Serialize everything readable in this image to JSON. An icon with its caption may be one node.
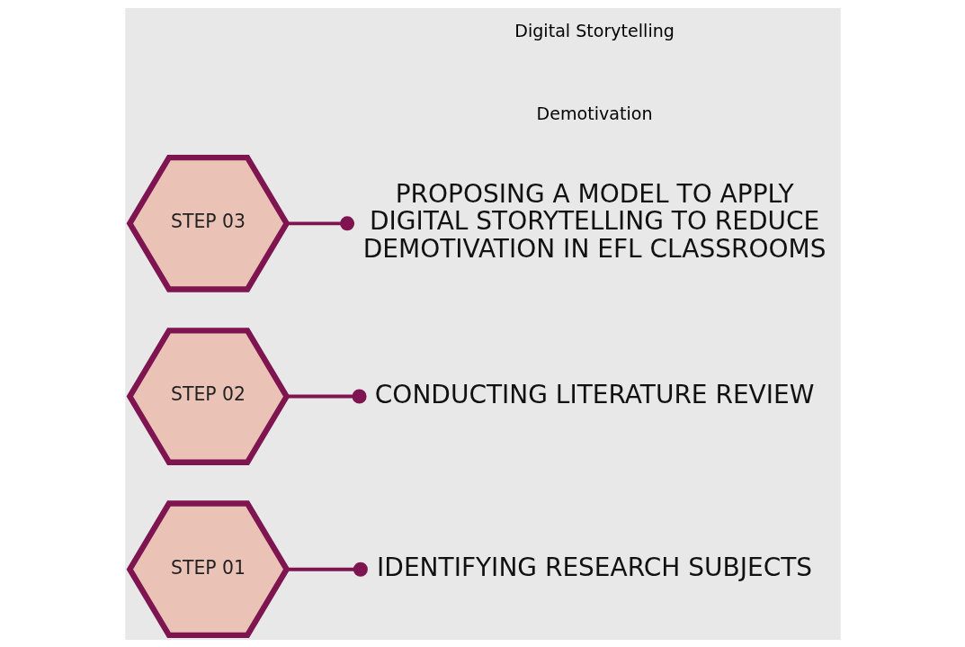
{
  "diagram": {
    "nodes": [
      {
        "text": [
          "STEP 01"
        ]
      },
      {
        "text": [
          "IDENTIFYING RESEARCH SUBJECTS"
        ]
      },
      {
        "text": [
          "CONDUCTING LITERATURE REVIEW"
        ]
      },
      {
        "text": [
          "STEP 02"
        ]
      },
      {
        "text": [
          "STEP 03"
        ]
      },
      {
        "text": [
          "PROPOSING A MODEL TO APPLY DIGITAL STORYTELLING TO REDUCE DEMOTIVATION IN EFL CLASSROOMS"
        ]
      }
    ],
    "edges": [
      {
        "from": 0,
        "to": 1,
        "arrow": "other"
      },
      {
        "from": 3,
        "to": 2,
        "arrow": "other"
      },
      {
        "from": 4,
        "to": 5,
        "arrow": "other"
      }
    ],
    "labels": [
      "Demotivation",
      "Digital Storytelling"
    ]
  }
}
